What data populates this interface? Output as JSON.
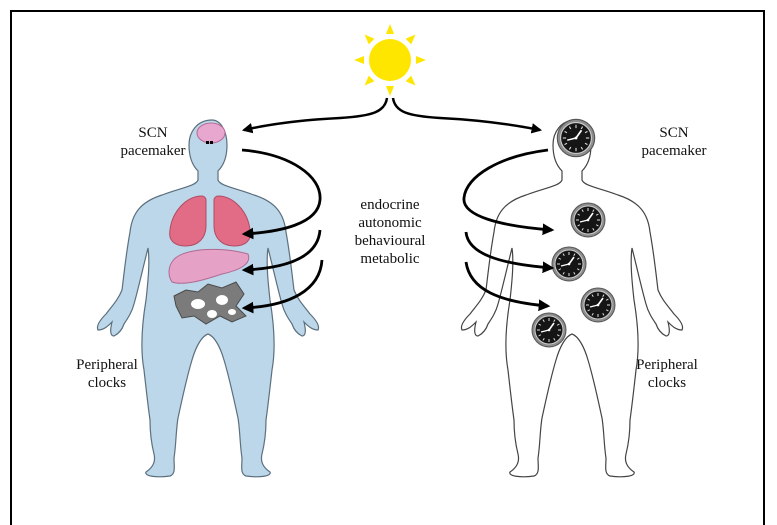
{
  "labels": {
    "left_scn_line1": "SCN",
    "left_scn_line2": "pacemaker",
    "right_scn_line1": "SCN",
    "right_scn_line2": "pacemaker",
    "pathways": [
      "endocrine",
      "autonomic",
      "behavioural",
      "metabolic"
    ],
    "left_peripheral_line1": "Peripheral",
    "left_peripheral_line2": "clocks",
    "right_peripheral_line1": "Peripheral",
    "right_peripheral_line2": "clocks"
  },
  "colors": {
    "body_fill": "#bcd7ea",
    "body_outline": "#5c6f7d",
    "brain": "#e7a7cf",
    "lungs": "#e26c86",
    "liver": "#e6a2c6",
    "fat": "#7b7b7b",
    "sun": "#ffe600",
    "clock_face": "#111111",
    "arrow": "#000000"
  },
  "icons": [
    "sun-icon",
    "clock-icon"
  ]
}
